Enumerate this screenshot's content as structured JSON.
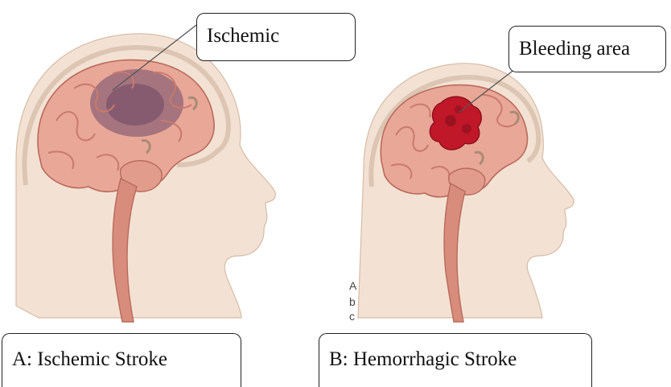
{
  "panels": [
    {
      "id": "A",
      "callout": "Ischemic",
      "caption": "A: Ischemic Stroke"
    },
    {
      "id": "B",
      "callout": "Bleeding area",
      "caption": "B: Hemorrhagic Stroke"
    }
  ],
  "stray_marks": [
    "A",
    "b",
    "c"
  ],
  "colors": {
    "skin": "#f3e2d3",
    "skin_shadow": "#e6cbb5",
    "skull_outline": "#c9ad98",
    "brain": "#e9a797",
    "brain_fold": "#c97a6c",
    "brain_dark": "#b86a5c",
    "ischemic_tint": "#6e4a6c",
    "hemorrhage": "#c01828",
    "hemorrhage_dark": "#8a0f1c",
    "box_border": "#222222"
  }
}
